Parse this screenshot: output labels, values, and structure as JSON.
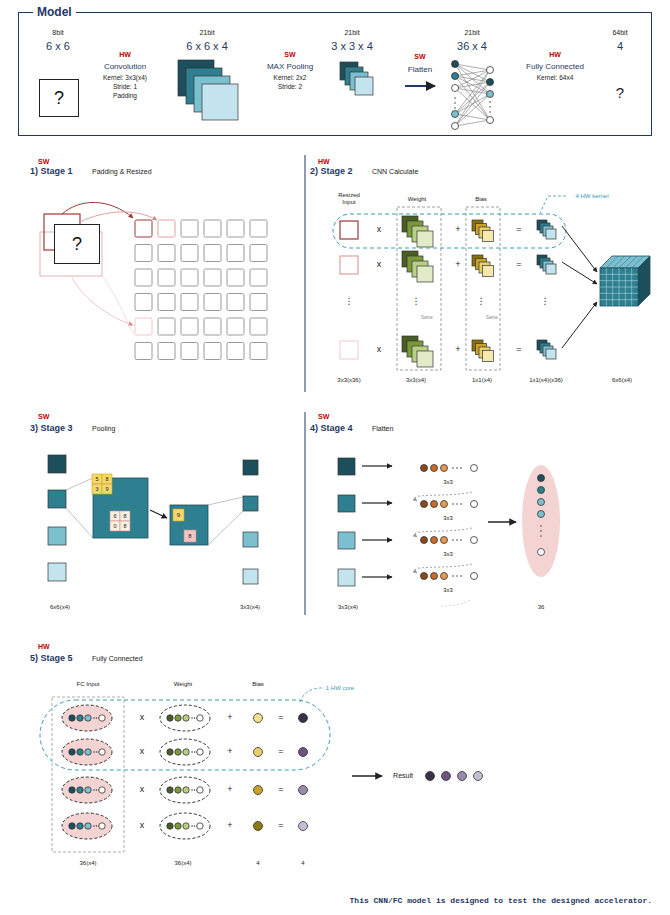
{
  "diagram": {
    "caption": "This CNN/FC model is designed to test the designed accelerator.",
    "nodes": [
      {
        "text": [
          "Model"
        ]
      },
      {
        "text": [
          "?"
        ],
        "in": 0
      },
      {
        "text": [
          "?"
        ]
      }
    ],
    "labels": [
      "8bit",
      "6 x 6",
      "HW",
      "Convolution",
      "Kernel: 3x3(x4)",
      "Stride: 1",
      "Padding",
      "21bit",
      "6 x 6 x 4",
      "SW",
      "MAX Pooling",
      "Kernel: 2x2",
      "Stride: 2",
      "21bit",
      "3 x 3 x 4",
      "SW",
      "Flatten",
      "21bit",
      "36 x 4",
      "HW",
      "Fully Connected",
      "Kernel: 64x4",
      "64bit",
      "4",
      "?",
      "SW",
      "1) Stage 1",
      "Padding & Resized",
      "HW",
      "2) Stage 2",
      "CNN Calculate",
      "Resized Input",
      "Weight",
      "Bias",
      "4 HW kernel",
      "x",
      "+",
      "=",
      "x",
      "+",
      "=",
      "⋮",
      "⋮",
      "⋮",
      "⋮",
      "x",
      "+",
      "=",
      "Same",
      "Same",
      "3x3(x36)",
      "3x3(x4)",
      "1x1(x4)",
      "1x1(x4)(x36)",
      "6x6(x4)",
      "SW",
      "3) Stage 3",
      "Pooling",
      "5",
      "8",
      "3",
      "9",
      "6",
      "8",
      "0",
      "8",
      "9",
      "8",
      "6x6(x4)",
      "3x3(x4)",
      "SW",
      "4) Stage 4",
      "Flatten",
      "3x3",
      "3x3",
      "3x3",
      "3x3",
      "3x3(x4)",
      "36",
      "HW",
      "5) Stage 5",
      "Fully Connected",
      "FC Input",
      "Weight",
      "Bias",
      "1 HW core",
      "x",
      "+",
      "=",
      "x",
      "+",
      "=",
      "x",
      "+",
      "=",
      "x",
      "+",
      "=",
      "Result",
      "36(x4)",
      "36(x4)",
      "4",
      "4"
    ]
  }
}
